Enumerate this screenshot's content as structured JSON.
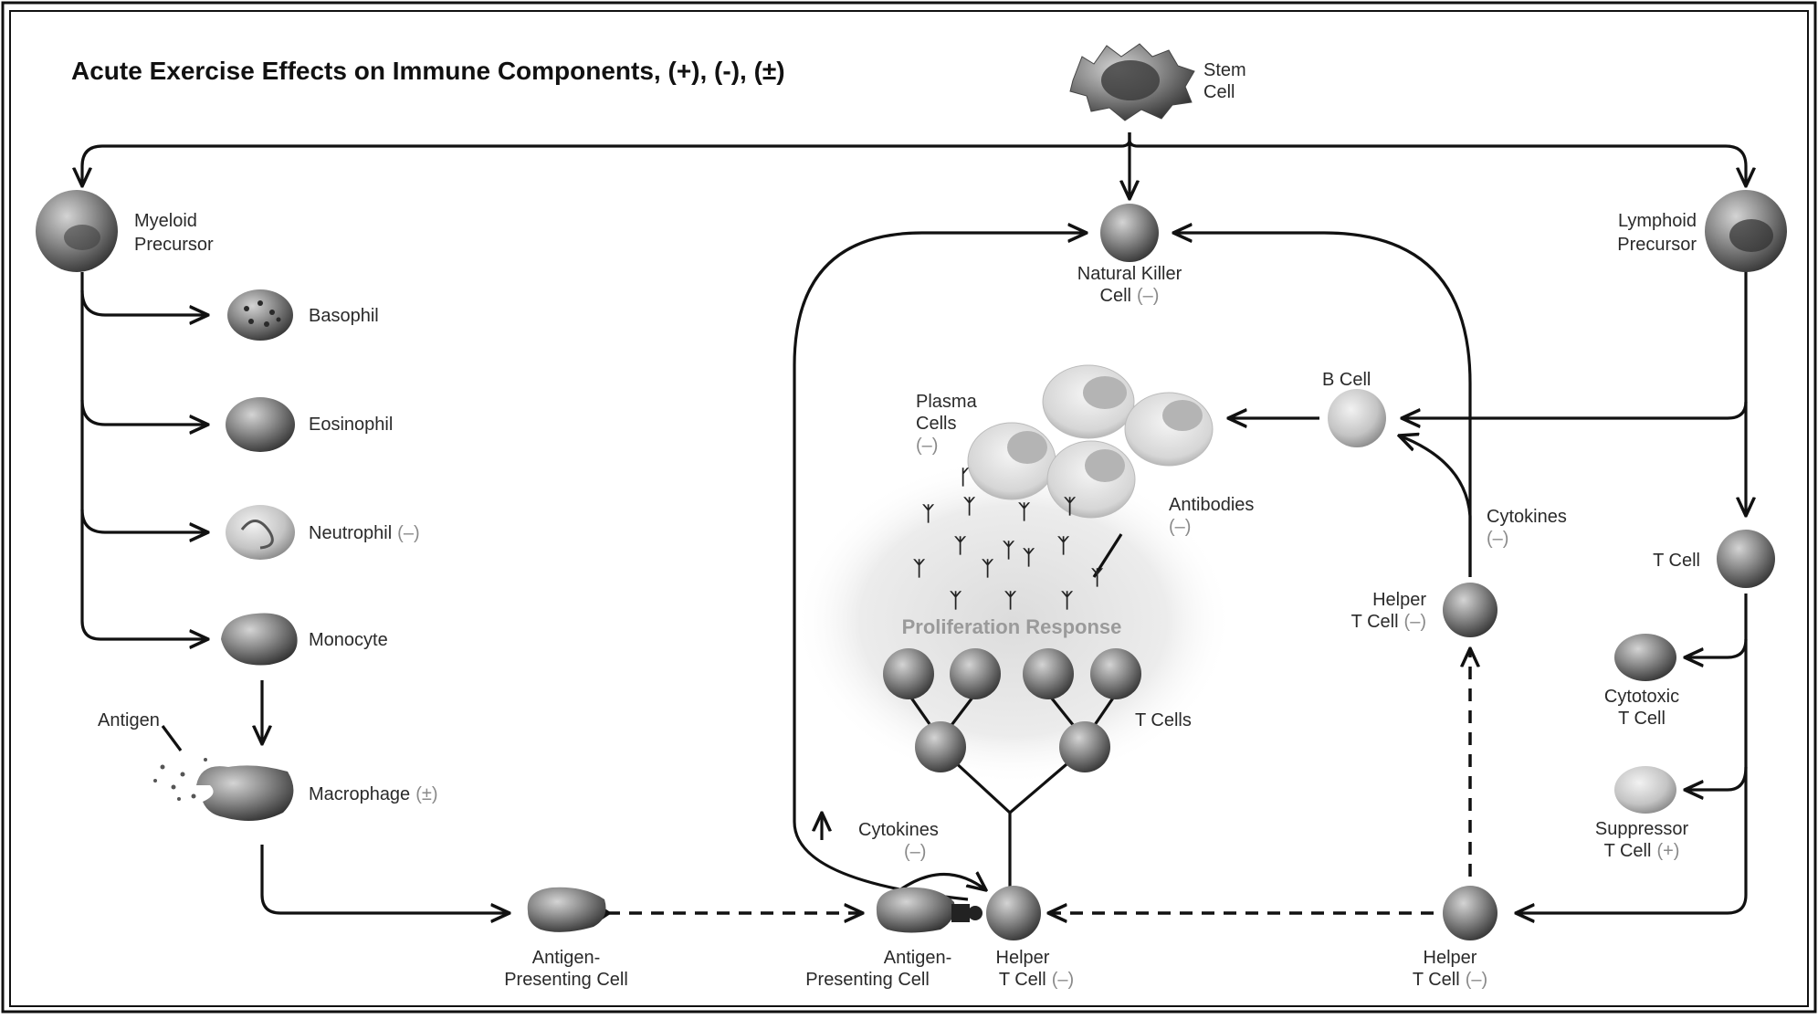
{
  "title": "Acute Exercise Effects on Immune  Components, (+), (-), (±)",
  "cells": {
    "stem": [
      "Stem",
      "Cell"
    ],
    "myeloid": [
      "Myeloid",
      "Precursor"
    ],
    "lymphoid": [
      "Lymphoid",
      "Precursor"
    ],
    "nk": [
      "Natural Killer",
      "Cell"
    ],
    "nk_effect": "(–)",
    "basophil": "Basophil",
    "eosinophil": "Eosinophil",
    "neutrophil": "Neutrophil",
    "neutrophil_effect": "(–)",
    "monocyte": "Monocyte",
    "antigen": "Antigen",
    "macrophage": "Macrophage",
    "macrophage_effect": "(±)",
    "plasma": [
      "Plasma",
      "Cells"
    ],
    "plasma_effect": "(–)",
    "bcell": "B Cell",
    "antibodies": "Antibodies",
    "antibodies_effect": "(–)",
    "cytokines_right": "Cytokines",
    "cytokines_right_effect": "(–)",
    "tcell": "T Cell",
    "helper_mid": [
      "Helper",
      "T Cell"
    ],
    "helper_mid_effect": "(–)",
    "cytotoxic": [
      "Cytotoxic",
      "T Cell"
    ],
    "suppressor": [
      "Suppressor",
      "T Cell"
    ],
    "suppressor_effect": "(+)",
    "prolif": "Proliferation Response",
    "tcells": "T Cells",
    "cytokines_left": "Cytokines",
    "cytokines_left_effect": "(–)",
    "apc1": [
      "Antigen-",
      "Presenting Cell"
    ],
    "apc2": [
      "Antigen-",
      "Presenting Cell"
    ],
    "helper_bottom": [
      "Helper",
      "T Cell"
    ],
    "helper_bottom_effect": "(–)",
    "helper_right": [
      "Helper",
      "T Cell"
    ],
    "helper_right_effect": "(–)"
  }
}
